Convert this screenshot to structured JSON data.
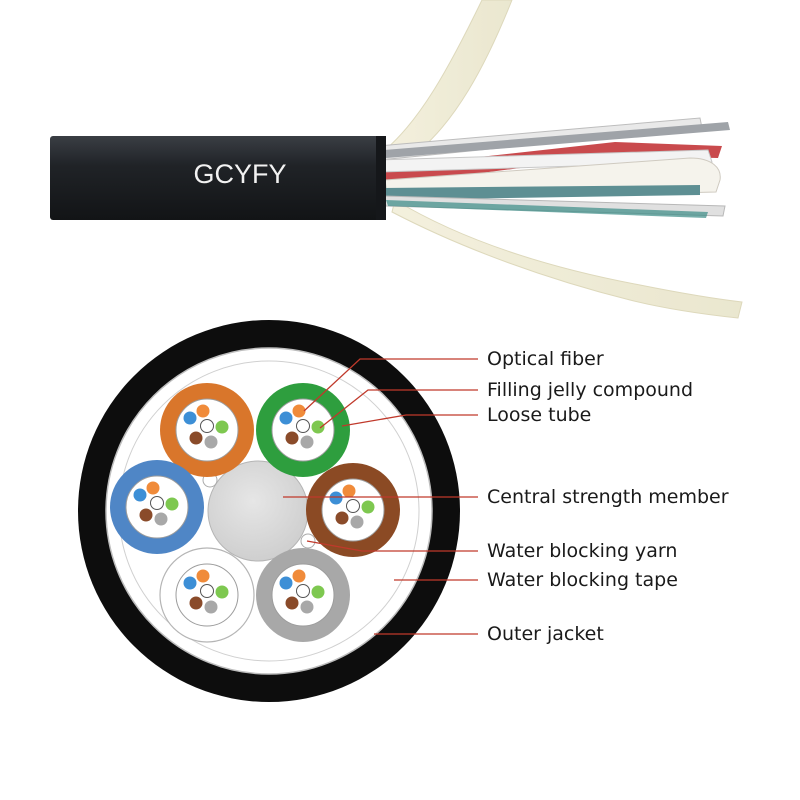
{
  "product": {
    "cable_print": "GCYFY"
  },
  "callouts": [
    {
      "id": "optical-fiber",
      "label": "Optical fiber"
    },
    {
      "id": "filling-jelly-compound",
      "label": "Filling jelly compound"
    },
    {
      "id": "loose-tube",
      "label": "Loose tube"
    },
    {
      "id": "central-strength-member",
      "label": "Central strength member"
    },
    {
      "id": "water-blocking-yarn",
      "label": "Water blocking yarn"
    },
    {
      "id": "water-blocking-tape",
      "label": "Water blocking tape"
    },
    {
      "id": "outer-jacket",
      "label": "Outer jacket"
    }
  ],
  "colors": {
    "leader_line": "#c0392b",
    "outer_jacket": "#0d0d0d",
    "cable_jacket": "#1f2226",
    "central_member": "#d9d9d9",
    "tube_orange": "#d9762b",
    "tube_green": "#2e9e3e",
    "tube_blue": "#4f86c6",
    "tube_brown": "#8b4a24",
    "tube_white": "#ffffff",
    "tube_grey": "#a8a8a8",
    "fiber_blue": "#3d8fd6",
    "fiber_orange": "#f08b3a",
    "fiber_green": "#7ec850",
    "fiber_brown": "#8a4b2a",
    "fiber_grey": "#a8a8a8"
  }
}
